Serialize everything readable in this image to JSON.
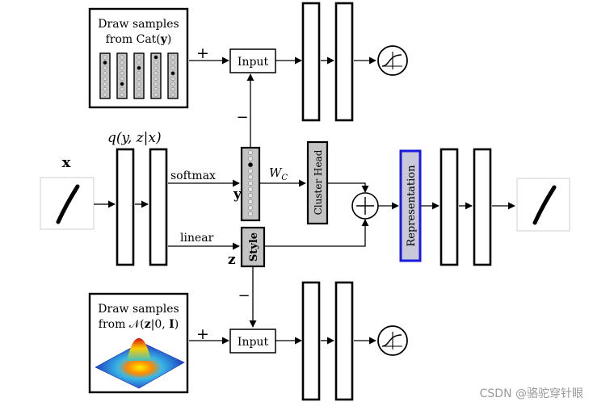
{
  "top_panel": {
    "line1": "Draw samples",
    "line2": "from Cat(",
    "line2_bold": "y",
    "line2_end": ")"
  },
  "bottom_panel": {
    "line1": "Draw samples",
    "line2": "from 𝒩(",
    "line2_bold": "z",
    "line2_mid": "|0, ",
    "line2_bold2": "I",
    "line2_end": ")"
  },
  "input_label": "Input",
  "plus_sign": "+",
  "minus_sign": "−",
  "encoder_label": "q(y, z|x)",
  "x_label": "x",
  "y_label": "y",
  "z_label": "z",
  "softmax_label": "softmax",
  "linear_label": "linear",
  "wc_label": "W",
  "wc_sub": "C",
  "cluster_head_label": "Cluster Head",
  "style_label": "Style",
  "representation_label": "Representation",
  "watermark": "CSDN @骆驼穿针眼",
  "colors": {
    "block_gray": "#c4c4c4",
    "representation_fill": "#c8c8d8",
    "representation_border": "#1a1adf",
    "line": "#000000"
  }
}
